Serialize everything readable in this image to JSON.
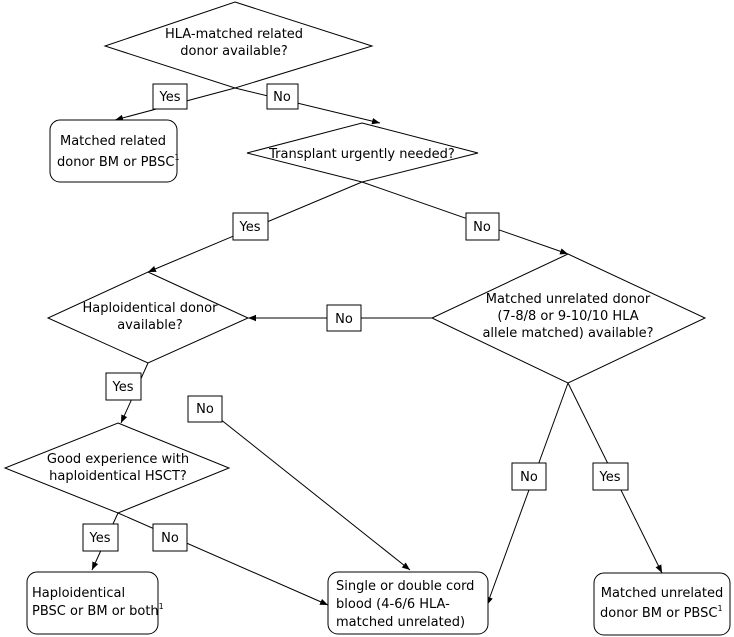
{
  "nodes": {
    "q_related": {
      "lines": [
        "HLA-matched related",
        "donor available?"
      ]
    },
    "matched_related": {
      "lines": [
        "Matched related",
        "donor BM or PBSC"
      ],
      "sup": "1"
    },
    "q_urgent": {
      "lines": [
        "Transplant urgently needed?"
      ]
    },
    "q_haplo": {
      "lines": [
        "Haploidentical donor",
        "available?"
      ]
    },
    "q_unrelated": {
      "lines": [
        "Matched unrelated donor",
        "(7-8/8 or 9-10/10 HLA",
        "allele matched) available?"
      ]
    },
    "q_experience": {
      "lines": [
        "Good experience with",
        "haploidentical HSCT?"
      ]
    },
    "haplo_result": {
      "lines": [
        "Haploidentical",
        "PBSC or BM or both"
      ],
      "sup": "1"
    },
    "cord_result": {
      "lines": [
        "Single or double cord",
        "blood (4-6/6 HLA-",
        "matched unrelated)"
      ]
    },
    "unrelated_result": {
      "lines": [
        "Matched unrelated",
        "donor BM or PBSC"
      ],
      "sup": "1"
    }
  },
  "edges": {
    "related_yes": "Yes",
    "related_no": "No",
    "urgent_yes": "Yes",
    "urgent_no": "No",
    "unrelated_to_haplo_no": "No",
    "haplo_yes": "Yes",
    "haplo_no": "No",
    "experience_yes": "Yes",
    "experience_no": "No",
    "unrelated_no": "No",
    "unrelated_yes": "Yes"
  }
}
